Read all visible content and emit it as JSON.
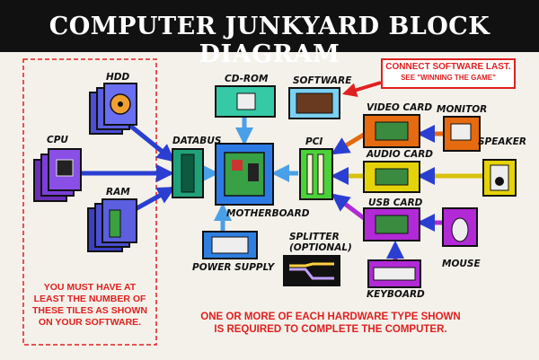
{
  "title": "COMPUTER JUNKYARD BLOCK DIAGRAM",
  "blocks": {
    "hdd": "HDD",
    "cpu": "CPU",
    "ram": "RAM",
    "databus": "DATABUS",
    "cdrom": "CD-ROM",
    "software": "SOFTWARE",
    "motherboard": "MOTHERBOARD",
    "pci": "PCI",
    "video_card": "VIDEO CARD",
    "monitor": "MONITOR",
    "audio_card": "AUDIO CARD",
    "speaker": "SPEAKER",
    "usb_card": "USB CARD",
    "mouse": "MOUSE",
    "keyboard": "KEYBOARD",
    "power_supply": "POWER SUPPLY",
    "splitter_line1": "SPLITTER",
    "splitter_line2": "(OPTIONAL)"
  },
  "notes": {
    "connect_line1": "CONNECT SOFTWARE LAST.",
    "connect_line2": "SEE \"WINNING THE GAME\"",
    "tiles_line1": "YOU MUST HAVE AT",
    "tiles_line2": "LEAST THE NUMBER OF",
    "tiles_line3": "THESE TILES AS SHOWN",
    "tiles_line4": "ON YOUR SOFTWARE.",
    "required_line1": "ONE OR MORE OF EACH HARDWARE TYPE SHOWN",
    "required_line2": "IS REQUIRED TO COMPLETE THE COMPUTER."
  },
  "colors": {
    "cpu": "#7a3fd6",
    "ram": "#4b4fd0",
    "databus": "#1fa27a",
    "motherboard": "#2c7be5",
    "cdrom": "#35c9a6",
    "pci": "#4bd13a",
    "video": "#e56a10",
    "audio": "#e5d30a",
    "usb": "#b12ad6",
    "power": "#2e7fe0",
    "arrow_blue": "#2a3fd1",
    "note_red": "#e02020"
  }
}
